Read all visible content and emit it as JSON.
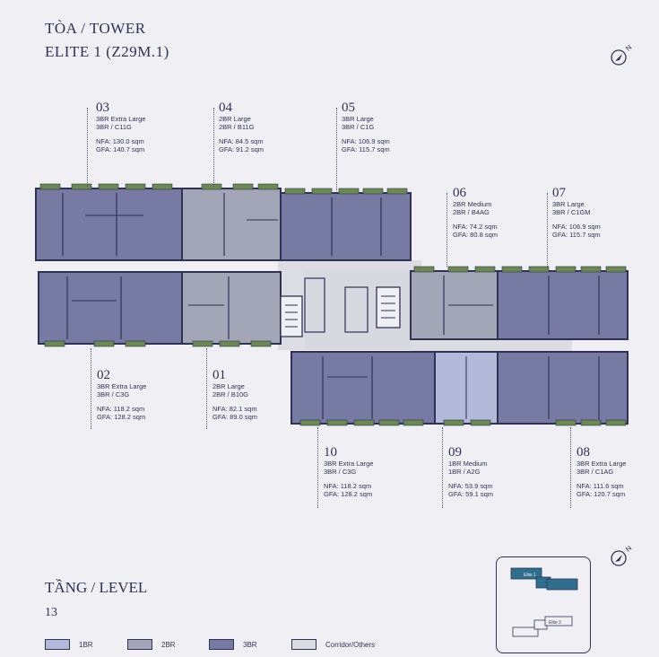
{
  "tower": {
    "line1": "TÒA / TOWER",
    "line2": "ELITE 1 (Z29M.1)"
  },
  "level": {
    "label": "TẦNG / LEVEL",
    "number": "13"
  },
  "units": {
    "u03": {
      "num": "03",
      "type": "3BR Extra Large",
      "code": "3BR / C11G",
      "nfa": "NFA: 130.0 sqm",
      "gfa": "GFA: 140.7 sqm"
    },
    "u04": {
      "num": "04",
      "type": "2BR Large",
      "code": "2BR / B11G",
      "nfa": "NFA: 84.5 sqm",
      "gfa": "GFA: 91.2 sqm"
    },
    "u05": {
      "num": "05",
      "type": "3BR Large",
      "code": "3BR / C1G",
      "nfa": "NFA: 106.9 sqm",
      "gfa": "GFA: 115.7 sqm"
    },
    "u06": {
      "num": "06",
      "type": "2BR Medium",
      "code": "2BR / B4AG",
      "nfa": "NFA: 74.2 sqm",
      "gfa": "GFA: 80.8 sqm"
    },
    "u07": {
      "num": "07",
      "type": "3BR Large",
      "code": "3BR / C1GM",
      "nfa": "NFA: 106.9 sqm",
      "gfa": "GFA: 115.7 sqm"
    },
    "u02": {
      "num": "02",
      "type": "3BR Extra Large",
      "code": "3BR / C3G",
      "nfa": "NFA: 118.2 sqm",
      "gfa": "GFA: 128.2 sqm"
    },
    "u01": {
      "num": "01",
      "type": "2BR Large",
      "code": "2BR / B10G",
      "nfa": "NFA: 82.1 sqm",
      "gfa": "GFA: 89.0 sqm"
    },
    "u10": {
      "num": "10",
      "type": "3BR Extra Large",
      "code": "3BR / C3G",
      "nfa": "NFA: 118.2 sqm",
      "gfa": "GFA: 128.2 sqm"
    },
    "u09": {
      "num": "09",
      "type": "1BR Medium",
      "code": "1BR / A2G",
      "nfa": "NFA: 53.9 sqm",
      "gfa": "GFA: 59.1 sqm"
    },
    "u08": {
      "num": "08",
      "type": "3BR Extra Large",
      "code": "3BR / C1AG",
      "nfa": "NFA: 111.6 sqm",
      "gfa": "GFA: 120.7 sqm"
    }
  },
  "legend": [
    {
      "label": "1BR",
      "color": "#b3b9d8"
    },
    {
      "label": "2BR",
      "color": "#a3a6b6"
    },
    {
      "label": "3BR",
      "color": "#777aa3"
    },
    {
      "label": "Corridor/Others",
      "color": "#dcdce3"
    }
  ],
  "keyplan": {
    "elite1": "Elite 1",
    "elite2": "Elite 2",
    "highlight_color": "#2e6f8e"
  },
  "compass_letter": "N"
}
